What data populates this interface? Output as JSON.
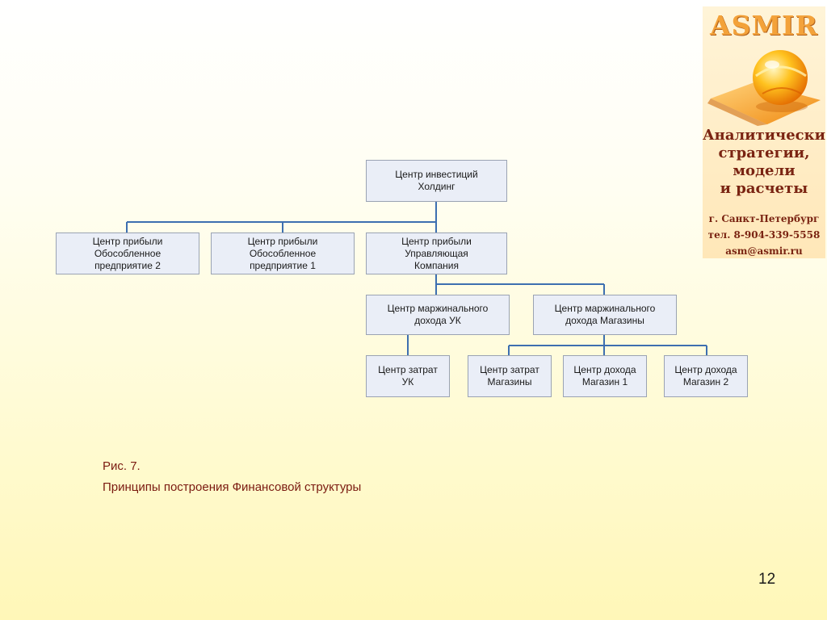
{
  "logo": {
    "title": "ASMIR",
    "tagline": [
      "Аналитические",
      "стратегии,",
      "модели",
      "и расчеты"
    ],
    "city": "г. Санкт-Петербург",
    "phone": "тел. 8-904-339-5558",
    "email": "asm@asmir.ru"
  },
  "org_chart": {
    "nodes": {
      "holding": "Центр инвестиций\nХолдинг",
      "profit_sub2": "Центр прибыли\nОбособленное\nпредприятие 2",
      "profit_sub1": "Центр прибыли\nОбособленное\nпредприятие 1",
      "profit_mc": "Центр прибыли\nУправляющая\nКомпания",
      "margin_mc": "Центр маржинального\nдохода УК",
      "margin_stores": "Центр маржинального\nдохода Магазины",
      "cost_mc": "Центр затрат\nУК",
      "cost_stores": "Центр затрат\nМагазины",
      "income_store1": "Центр дохода\nМагазин 1",
      "income_store2": "Центр дохода\nМагазин 2"
    },
    "line_color": "#3d6fb0"
  },
  "caption": {
    "figure": "Рис. 7.",
    "title": "Принципы построения Финансовой структуры"
  },
  "page_number": "12"
}
